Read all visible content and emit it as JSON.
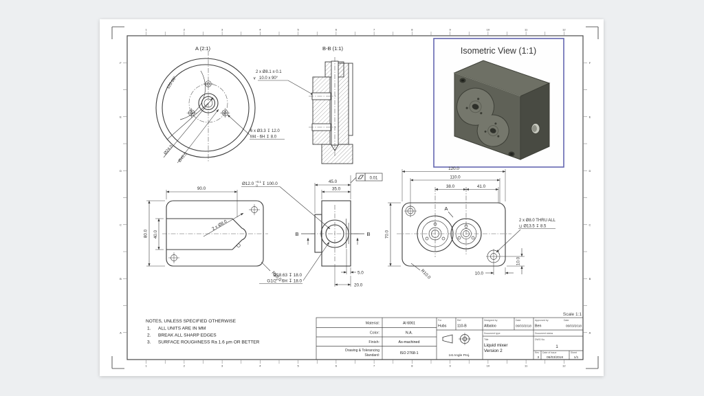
{
  "sheet": {
    "scale_label": "Scale 1:1",
    "ruler_top": [
      "1",
      "2",
      "3",
      "4",
      "5",
      "6",
      "7",
      "8",
      "9",
      "10",
      "11",
      "12"
    ],
    "ruler_bottom": [
      "1",
      "2",
      "3",
      "4",
      "5",
      "6",
      "7",
      "8",
      "9",
      "10",
      "11",
      "12"
    ],
    "ruler_left": [
      "F",
      "E",
      "D",
      "C",
      "B",
      "A"
    ],
    "ruler_right": [
      "F",
      "E",
      "D",
      "C",
      "B",
      "A"
    ]
  },
  "colors": {
    "iso_frame_blue": "#6366b0",
    "part_top": "#6e7065",
    "part_front": "#5f6157",
    "part_side": "#484a42"
  },
  "views": {
    "detail_a": {
      "title": "A (2:1)",
      "angle": "120.00°",
      "dia_small": "Ø24.0",
      "dia_large": "Ø45.0",
      "csk_line1": "2 x Ø8.1 ± 0.1",
      "csk_symbol": "∨",
      "csk_line2": "10.0 x 90°",
      "tap_line1": "6 x Ø3.3 ↧ 12.0",
      "tap_line2": "M4 - 6H ↧ 8.0"
    },
    "section_b": {
      "title": "B-B (1:1)"
    },
    "iso": {
      "title": "Isometric View (1:1)"
    },
    "front": {
      "dim_width": "90.0",
      "dim_height": "80.0",
      "dim_slot": "40.0",
      "holes": "2 x Ø8.0",
      "fillet": "R10.0"
    },
    "side": {
      "dim_45": "45.0",
      "dim_35": "35.0",
      "dim_5": "5.0",
      "dim_20": "20.0",
      "bore_main": "Ø12.0",
      "bore_tol_up": "+0.1",
      "bore_tol_dn": "0",
      "bore_depth": "↧ 100.0",
      "port_line1": "Ø18.63 ↧ 18.0",
      "port_line2": "G1/2\" - 6H ↧ 18.0",
      "flatness": "0.01",
      "section_label_left": "B",
      "section_label_right": "B"
    },
    "top": {
      "dim_120": "120.0",
      "dim_110": "110.0",
      "dim_38": "38.0",
      "dim_41": "41.0",
      "dim_70": "70.0",
      "dim_10_right": "10.0",
      "dim_10_bottom": "10.0",
      "fillet": "R10.0",
      "detail_marker": "A",
      "cbore_line1": "2 x Ø8.0 THRU ALL",
      "cbore_line2": "⊔ Ø13.5 ↧ 8.5"
    }
  },
  "notes": {
    "heading": "NOTES, UNLESS SPECIFIED OTHERWISE",
    "items": [
      {
        "num": "1.",
        "text": "ALL UNITS ARE IN MM"
      },
      {
        "num": "2.",
        "text": "BREAK ALL SHARP EDGES"
      },
      {
        "num": "3.",
        "text": "SURFACE ROUGHNESS Ra 1.6 µm OR BETTER"
      }
    ]
  },
  "titleblock": {
    "material_label": "Material:",
    "material": "Al 6061",
    "color_label": "Color:",
    "color": "N.A.",
    "finish_label": "Finish:",
    "finish": "As-machined",
    "std_label_1": "Drawing & Tolerancing",
    "std_label_2": "Standard:",
    "std": "ISO 2768-1",
    "projection": "1st Angle Proj.",
    "for_label": "For",
    "for_value": "Hubs",
    "ref_label": "Ref",
    "ref_value": "110-B",
    "designed_label": "Designed by",
    "designed": "Albaloo",
    "date1_label": "Date",
    "date1": "06/03/2018",
    "approved_label": "Approved by",
    "approved": "Ben",
    "date2_label": "Date",
    "date2": "06/03/2018",
    "doctype_label": "Document type",
    "docstatus_label": "Document status",
    "title_label": "Title",
    "title_line1": "Liquid mixer",
    "title_line2": "Version 2",
    "dwg_label": "DWG No.",
    "dwg": "1",
    "rev_label": "Rev",
    "rev": "3",
    "issue_label": "Date of issue",
    "issue": "06/03/2018",
    "sheet_label": "Sheet",
    "sheet": "1/1"
  }
}
